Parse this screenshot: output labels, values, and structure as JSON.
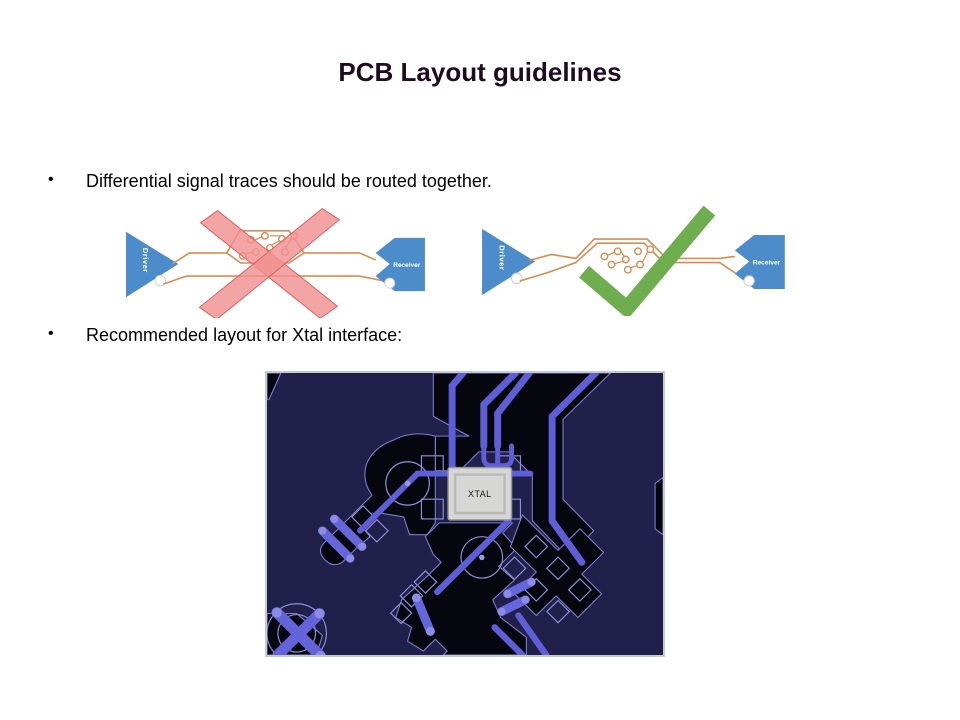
{
  "slide": {
    "title": "PCB Layout guidelines",
    "bullets": [
      {
        "marker": "•",
        "text": "Differential signal traces should be routed together."
      },
      {
        "marker": "•",
        "text": "Recommended layout for Xtal interface:"
      }
    ]
  },
  "diagrams": {
    "bad": {
      "driver_label": "Driver",
      "receiver_label": "Receiver",
      "verdict_icon": "red-cross"
    },
    "good": {
      "driver_label": "Driver",
      "receiver_label": "Receiver",
      "verdict_icon": "green-check"
    }
  },
  "pcb": {
    "component_label": "XTAL"
  },
  "colors": {
    "title_text": "#1f0b1f",
    "trace_orange": "#d98c52",
    "logic_blue": "#4c8cca",
    "cross_red": "#e25e5e",
    "check_green": "#6fae4f",
    "pcb_background": "#20204a",
    "pcb_copper": "#5e5ed6",
    "pcb_keepout": "#06060f",
    "xtal_gray": "#d6d6d4"
  }
}
